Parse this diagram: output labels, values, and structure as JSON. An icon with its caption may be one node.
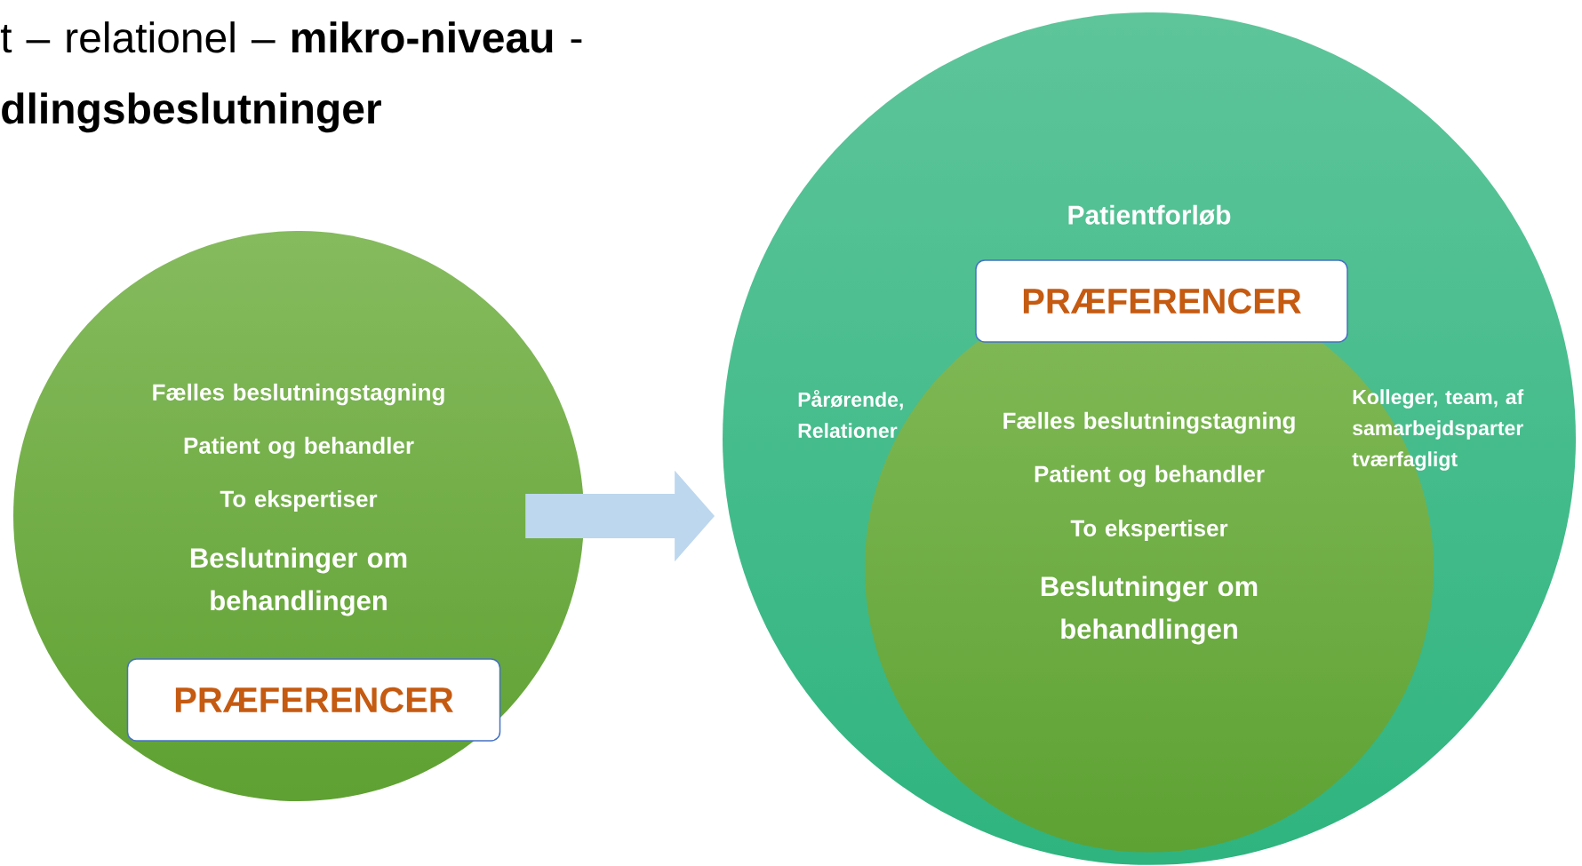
{
  "diagram": {
    "title": "t – relationel – **mikro-niveau** - **dlingsbeslutninger**",
    "nodes": [
      {
        "text": [
          "Fælles beslutningstagning",
          "Patient og behandler",
          "To ekspertiser",
          "Beslutninger om behandlingen"
        ]
      },
      {
        "text": [
          "PRÆFERENCER"
        ],
        "in": 0
      },
      {
        "text": [
          "Patientforløb",
          "Pårørende, Relationer",
          "Kolleger, team, af samarbejdsparter tværfagligt"
        ]
      },
      {
        "text": [
          "Fælles beslutningstagning",
          "Patient og behandler",
          "To ekspertiser",
          "Beslutninger om behandlingen"
        ],
        "in": 2
      },
      {
        "text": [
          "PRÆFERENCER"
        ],
        "in": 2
      }
    ],
    "edges": [
      {
        "from": 0,
        "to": 2,
        "arrow": "to",
        "color": "#bdd7ee"
      }
    ]
  }
}
